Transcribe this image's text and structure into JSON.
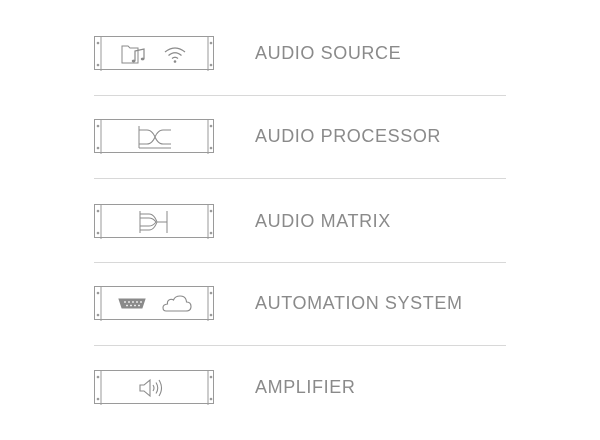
{
  "devices": [
    {
      "label": "AUDIO SOURCE",
      "icons": [
        "folder-music-icon",
        "wifi-icon"
      ]
    },
    {
      "label": "AUDIO PROCESSOR",
      "icons": [
        "crossover-filter-icon"
      ]
    },
    {
      "label": "AUDIO MATRIX",
      "icons": [
        "matrix-routing-icon"
      ]
    },
    {
      "label": "AUTOMATION SYSTEM",
      "icons": [
        "serial-port-icon",
        "cloud-icon"
      ]
    },
    {
      "label": "AMPLIFIER",
      "icons": [
        "speaker-icon"
      ]
    }
  ],
  "colors": {
    "line": "#9a9a9a",
    "text": "#8a8a8a",
    "divider": "#d8d8d8",
    "background": "#ffffff"
  }
}
